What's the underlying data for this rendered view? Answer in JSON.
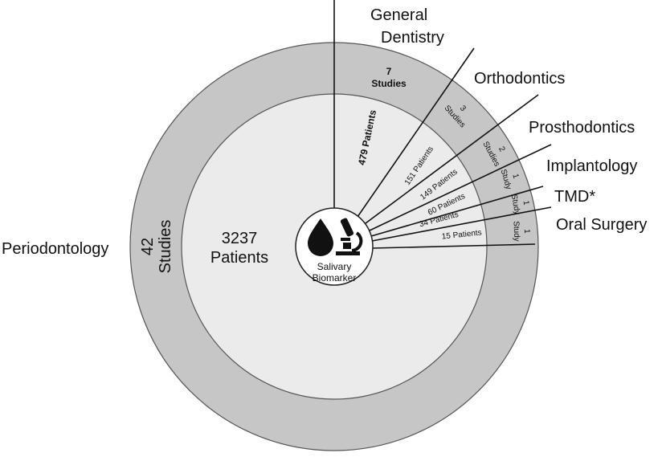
{
  "center": {
    "line1": "Salivary",
    "line2": "Biomarker",
    "drop_icon": "drop-icon",
    "microscope_icon": "microscope-icon"
  },
  "periodontology": {
    "label": "Periodontology",
    "studies_count": "42",
    "studies_word": "Studies",
    "patients_count": "3237",
    "patients_word": "Patients"
  },
  "fields": [
    {
      "id": "general-dentistry",
      "label_lines": [
        "General",
        "Dentistry"
      ],
      "studies": [
        "7",
        "Studies"
      ],
      "patients": "479 Patients"
    },
    {
      "id": "orthodontics",
      "label_lines": [
        "Orthodontics"
      ],
      "studies": [
        "3",
        "Studies"
      ],
      "patients": "151 Patients"
    },
    {
      "id": "prosthodontics",
      "label_lines": [
        "Prosthodontics"
      ],
      "studies": [
        "2",
        "Studies"
      ],
      "patients": "149 Patients"
    },
    {
      "id": "implantology",
      "label_lines": [
        "Implantology"
      ],
      "studies": [
        "1",
        "Study"
      ],
      "patients": "60 Patients"
    },
    {
      "id": "tmd",
      "label_lines": [
        "TMD*"
      ],
      "studies": [
        "1",
        "Study"
      ],
      "patients": "34 Patients"
    },
    {
      "id": "oral-surgery",
      "label_lines": [
        "Oral Surgery"
      ],
      "studies": [
        "1",
        "Study"
      ],
      "patients": "15 Patients"
    }
  ],
  "colors": {
    "outer_ring": "#c6c6c6",
    "inner_disc": "#ebebeb",
    "center_disc": "#ffffff",
    "lines": "#111111"
  }
}
